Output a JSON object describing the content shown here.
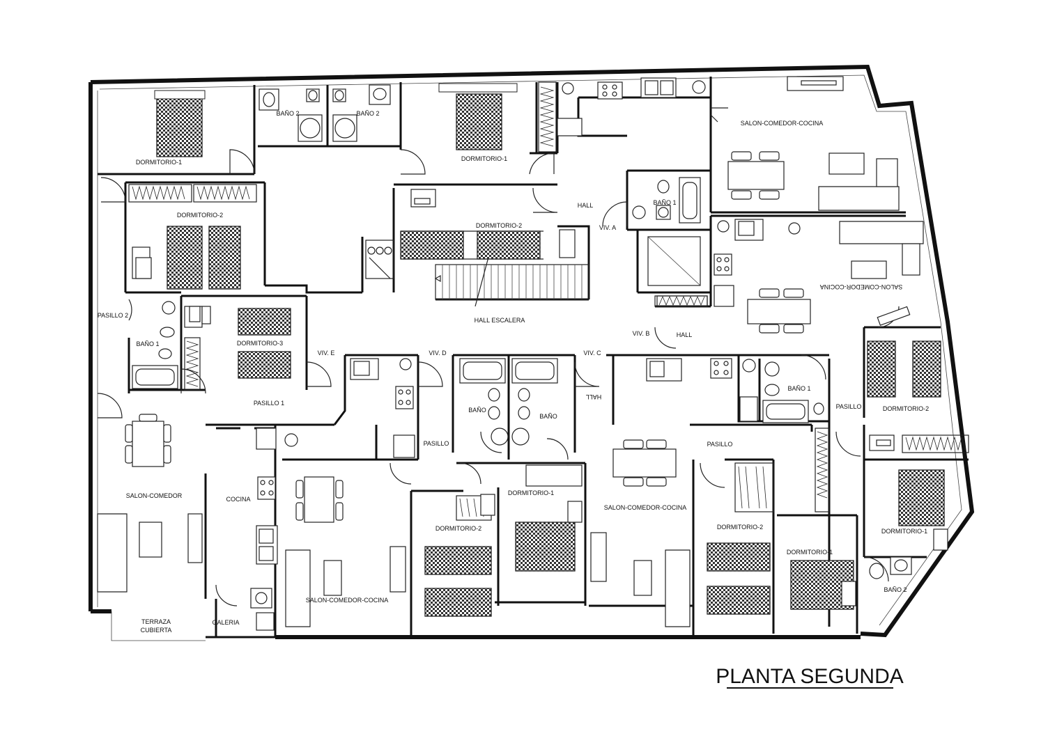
{
  "title": "PLANTA SEGUNDA",
  "labels": {
    "dormitorio1_nw": "DORMITORIO-1",
    "bano2_a": "BAÑO 2",
    "bano2_b": "BAÑO 2",
    "dormitorio1_n": "DORMITORIO-1",
    "salon_comedor_cocina_ne": "SALON-COMEDOR-COCINA",
    "dormitorio2_w": "DORMITORIO-2",
    "dormitorio2_center": "DORMITORIO-2",
    "hall_top": "HALL",
    "bano1_top": "BAÑO 1",
    "viv_a": "VIV. A",
    "salon_comedor_cocina_e_rot": "SALON-COMEDOR-COCINA",
    "pasillo2": "PASILLO 2",
    "bano1_w": "BAÑO 1",
    "dormitorio3": "DORMITORIO-3",
    "hall_escalera": "HALL ESCALERA",
    "viv_b": "VIV. B",
    "hall_mid": "HALL",
    "viv_e": "VIV. E",
    "viv_d": "VIV. D",
    "viv_c": "VIV. C",
    "bano1_c": "BAÑO 1",
    "pasillo1": "PASILLO 1",
    "bano_left": "BAÑO",
    "bano_right": "BAÑO",
    "hall_rot": "HALL",
    "pasillo_e": "PASILLO",
    "dormitorio2_e": "DORMITORIO-2",
    "pasillo_d": "PASILLO",
    "pasillo_c": "PASILLO",
    "salon_comedor_sw": "SALON-COMEDOR",
    "cocina_sw": "COCINA",
    "dormitorio1_s": "DORMITORIO-1",
    "dormitorio1_se": "DORMITORIO-1",
    "dormitorio2_s": "DORMITORIO-2",
    "salon_comedor_cocina_s": "SALON-COMEDOR-COCINA",
    "dormitorio2_sc": "DORMITORIO-2",
    "dormitorio1_sc": "DORMITORIO-1",
    "terraza": "TERRAZA",
    "cubierta": "CUBIERTA",
    "galeria": "GALERIA",
    "salon_comedor_cocina_sw2": "SALON-COMEDOR-COCINA",
    "bano2_se": "BAÑO 2"
  }
}
